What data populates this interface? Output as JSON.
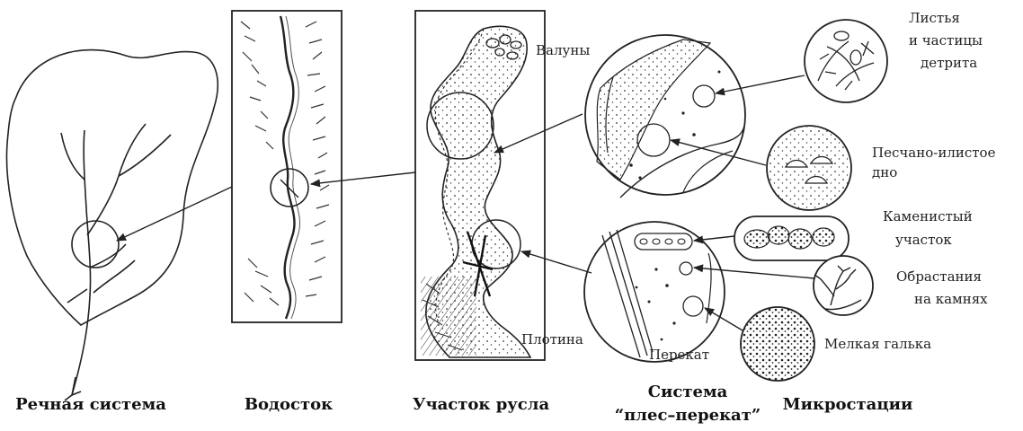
{
  "labels": {
    "boulders": "Валуны",
    "dam": "Плотина",
    "riffle": "Перекат",
    "leaves_line1": "Листья",
    "leaves_line2": "и частицы",
    "leaves_line3": "детрита",
    "sandy_line1": "Песчано-илистое",
    "sandy_line2": "дно",
    "stony_line1": "Каменистый",
    "stony_line2": "участок",
    "growth_line1": "Обрастания",
    "growth_line2": "на камнях",
    "pebble": "Мелкая галька"
  },
  "captions": {
    "river_system": "Речная система",
    "drain": "Водосток",
    "channel": "Участок русла",
    "pool_riffle_line1": "Система",
    "pool_riffle_line2": "“плес–перекат”",
    "microhabitats": "Микростации"
  }
}
